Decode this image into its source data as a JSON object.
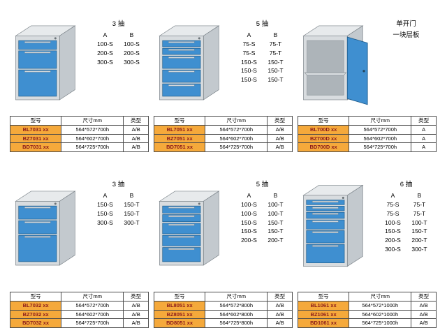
{
  "colors": {
    "drawer_blue": "#3F8FD0",
    "drawer_edge": "#1E5C8C",
    "handle_light": "#D3D8DB",
    "cabinet_front": "#D8DCDF",
    "cabinet_top": "#E7EAEC",
    "cabinet_side": "#C3C9CE",
    "cabinet_interior": "#ADB4B9",
    "shelf": "#D2D7DA",
    "outline": "#7A8288",
    "lock": "#6B7378",
    "model_bg": "#F5A93B",
    "model_text": "#8B1A1A",
    "table_border": "#4A4A4A"
  },
  "products": [
    {
      "title": "3 抽",
      "subtitle": "",
      "col_a": "A",
      "col_b": "B",
      "specs": [
        [
          "100-S",
          "100-S"
        ],
        [
          "200-S",
          "200-S"
        ],
        [
          "300-S",
          "300-S"
        ]
      ],
      "cabinet": {
        "style": "drawers",
        "rel": [
          100,
          200,
          300
        ],
        "tall": false
      },
      "table": {
        "headers": [
          "型号",
          "尺寸mm",
          "类型"
        ],
        "rows": [
          {
            "model": "BL7031 xx",
            "size": "564*572*700h",
            "type": "A/B"
          },
          {
            "model": "BZ7031 xx",
            "size": "564*602*700h",
            "type": "A/B"
          },
          {
            "model": "BD7031 xx",
            "size": "564*725*700h",
            "type": "A/B"
          }
        ]
      }
    },
    {
      "title": "5 抽",
      "subtitle": "",
      "col_a": "A",
      "col_b": "B",
      "specs": [
        [
          "75-S",
          "75-T"
        ],
        [
          "75-S",
          "75-T"
        ],
        [
          "150-S",
          "150-T"
        ],
        [
          "150-S",
          "150-T"
        ],
        [
          "150-S",
          "150-T"
        ]
      ],
      "cabinet": {
        "style": "drawers",
        "rel": [
          75,
          75,
          150,
          150,
          150
        ],
        "tall": false
      },
      "table": {
        "headers": [
          "型号",
          "尺寸mm",
          "类型"
        ],
        "rows": [
          {
            "model": "BL7051 xx",
            "size": "564*572*700h",
            "type": "A/B"
          },
          {
            "model": "BZ7051 xx",
            "size": "564*602*700h",
            "type": "A/B"
          },
          {
            "model": "BD7051 xx",
            "size": "564*725*700h",
            "type": "A/B"
          }
        ]
      }
    },
    {
      "title": "单开门",
      "subtitle": "一块层板",
      "col_a": "",
      "col_b": "",
      "specs": [],
      "cabinet": {
        "style": "door",
        "rel": [],
        "tall": false
      },
      "table": {
        "headers": [
          "型号",
          "尺寸mm",
          "类型"
        ],
        "rows": [
          {
            "model": "BL700D xx",
            "size": "564*572*700h",
            "type": "A"
          },
          {
            "model": "BZ700D xx",
            "size": "564*602*700h",
            "type": "A"
          },
          {
            "model": "BD700D xx",
            "size": "564*725*700h",
            "type": "A"
          }
        ]
      }
    },
    {
      "title": "3 抽",
      "subtitle": "",
      "col_a": "A",
      "col_b": "B",
      "specs": [
        [
          "150-S",
          "150-T"
        ],
        [
          "150-S",
          "150-T"
        ],
        [
          "300-S",
          "300-T"
        ]
      ],
      "cabinet": {
        "style": "drawers",
        "rel": [
          150,
          150,
          300
        ],
        "tall": false
      },
      "table": {
        "headers": [
          "型号",
          "尺寸mm",
          "类型"
        ],
        "rows": [
          {
            "model": "BL7032 xx",
            "size": "564*572*700h",
            "type": "A/B"
          },
          {
            "model": "BZ7032 xx",
            "size": "564*602*700h",
            "type": "A/B"
          },
          {
            "model": "BD7032 xx",
            "size": "564*725*700h",
            "type": "A/B"
          }
        ]
      }
    },
    {
      "title": "5 抽",
      "subtitle": "",
      "col_a": "A",
      "col_b": "B",
      "specs": [
        [
          "100-S",
          "100-T"
        ],
        [
          "100-S",
          "100-T"
        ],
        [
          "150-S",
          "150-T"
        ],
        [
          "150-S",
          "150-T"
        ],
        [
          "200-S",
          "200-T"
        ]
      ],
      "cabinet": {
        "style": "drawers",
        "rel": [
          100,
          100,
          150,
          150,
          200
        ],
        "tall": false
      },
      "table": {
        "headers": [
          "型号",
          "尺寸mm",
          "类型"
        ],
        "rows": [
          {
            "model": "BL8051 xx",
            "size": "564*572*800h",
            "type": "A/B"
          },
          {
            "model": "BZ8051 xx",
            "size": "564*602*800h",
            "type": "A/B"
          },
          {
            "model": "BD8051 xx",
            "size": "564*725*800h",
            "type": "A/B"
          }
        ]
      }
    },
    {
      "title": "6 抽",
      "subtitle": "",
      "col_a": "A",
      "col_b": "B",
      "specs": [
        [
          "75-S",
          "75-T"
        ],
        [
          "75-S",
          "75-T"
        ],
        [
          "100-S",
          "100-T"
        ],
        [
          "150-S",
          "150-T"
        ],
        [
          "200-S",
          "200-T"
        ],
        [
          "300-S",
          "300-T"
        ]
      ],
      "cabinet": {
        "style": "drawers",
        "rel": [
          75,
          75,
          100,
          150,
          200,
          300
        ],
        "tall": true
      },
      "table": {
        "headers": [
          "型号",
          "尺寸mm",
          "类型"
        ],
        "rows": [
          {
            "model": "BL1061 xx",
            "size": "564*572*1000h",
            "type": "A/B"
          },
          {
            "model": "BZ1061 xx",
            "size": "564*602*1000h",
            "type": "A/B"
          },
          {
            "model": "BD1061 xx",
            "size": "564*725*1000h",
            "type": "A/B"
          }
        ]
      }
    }
  ]
}
